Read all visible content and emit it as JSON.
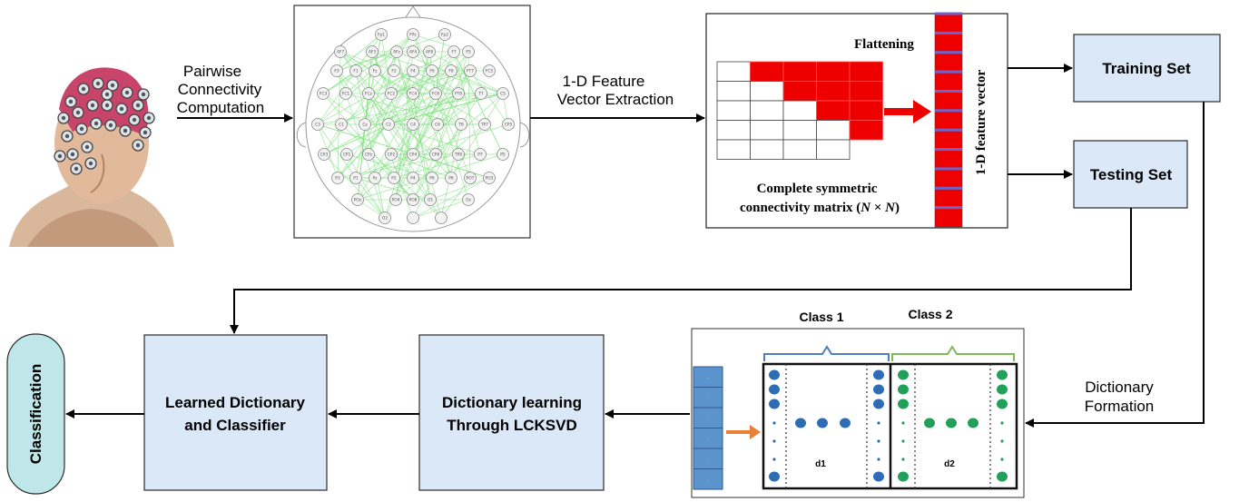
{
  "labels": {
    "pairwise_line1": "Pairwise",
    "pairwise_line2": "Connectivity",
    "pairwise_line3": "Computation",
    "extraction_line1": "1-D Feature",
    "extraction_line2": "Vector Extraction",
    "flattening": "Flattening",
    "feature_vector": "1-D feature vector",
    "matrix_caption_line1": "Complete symmetric",
    "matrix_caption_line2": "connectivity matrix (N × N)",
    "training_set": "Training Set",
    "testing_set": "Testing Set",
    "dictionary_formation_line1": "Dictionary",
    "dictionary_formation_line2": "Formation",
    "class1": "Class 1",
    "class2": "Class 2",
    "d1": "d1",
    "d2": "d2",
    "lcksvd_line1": "Dictionary learning",
    "lcksvd_line2": "Through LCKSVD",
    "learned_line1": "Learned Dictionary",
    "learned_line2": "and Classifier",
    "classification": "Classification"
  },
  "electrode_labels": [
    "Fp1",
    "FPz",
    "Fp2",
    "AF7",
    "AF3",
    "AFz",
    "AF4",
    "AF8",
    "F7",
    "F5",
    "F3",
    "F1",
    "Fz",
    "F2",
    "F4",
    "F6",
    "F8",
    "FT7",
    "FC5",
    "FC3",
    "FC1",
    "FCz",
    "FC2",
    "FC4",
    "FC6",
    "FT8",
    "T7",
    "C5",
    "C3",
    "C1",
    "Cz",
    "C2",
    "C4",
    "C6",
    "T8",
    "TP7",
    "CP5",
    "CP3",
    "CP1",
    "CPz",
    "CP2",
    "CP4",
    "CP6",
    "TP8",
    "P7",
    "P5",
    "P3",
    "P1",
    "Pz",
    "P2",
    "P4",
    "P6",
    "P8",
    "PO7",
    "PO3",
    "POz",
    "PO4",
    "PO8",
    "O1",
    "Oz",
    "O2"
  ],
  "colors": {
    "box_fill": "#dbe8f7",
    "box_stroke": "#2b2b2b",
    "red": "#ee0000",
    "class1_blue": "#2e6db5",
    "class2_green": "#21a05a",
    "bracket_blue": "#4a7fc1",
    "bracket_green": "#7dbb5a",
    "capsule_fill": "#bfe6e8",
    "orange_arrow": "#e8803a",
    "network_green": "#7ee07e"
  }
}
